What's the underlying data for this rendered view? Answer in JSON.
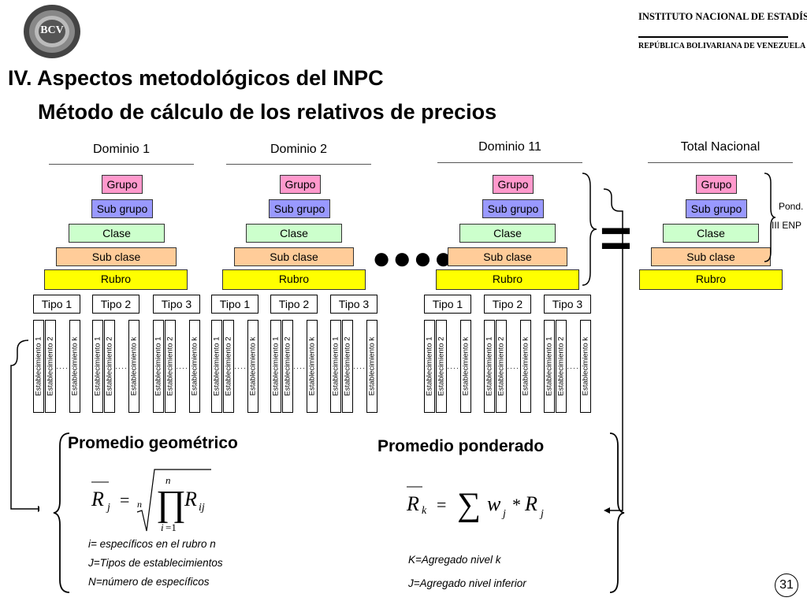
{
  "header": {
    "bcv_logo_text": "BCV",
    "ine_logo": {
      "line1": "INSTITUTO NACIONAL DE ESTADÍSTICA",
      "line2": "REPÚBLICA BOLIVARIANA DE VENEZUELA"
    }
  },
  "title": "IV. Aspectos metodológicos del INPC",
  "subtitle": "Método de cálculo de los relativos de precios",
  "domains": [
    {
      "label": "Dominio 1"
    },
    {
      "label": "Dominio 2"
    },
    {
      "label": "Dominio 11"
    },
    {
      "label": "Total Nacional"
    }
  ],
  "levels": {
    "grupo": "Grupo",
    "subgrupo": "Sub grupo",
    "clase": "Clase",
    "subclase": "Sub clase",
    "rubro": "Rubro"
  },
  "tipos": [
    "Tipo 1",
    "Tipo 2",
    "Tipo 3"
  ],
  "establecimientos": [
    "Establecimiento 1",
    "Establecimiento 2",
    "Establecimiento k"
  ],
  "ellipsis_dots": "●●●●",
  "equals_sign": "=",
  "pond_label": "Pond.",
  "pond_source": "III ENP",
  "geometric": {
    "title": "Promedio geométrico",
    "notes": [
      "i= específicos en el rubro n",
      "J=Tipos de establecimientos",
      "N=número de específicos"
    ]
  },
  "weighted": {
    "title": "Promedio ponderado",
    "notes": [
      "K=Agregado nivel k",
      "J=Agregado nivel inferior"
    ]
  },
  "page_number": "31"
}
